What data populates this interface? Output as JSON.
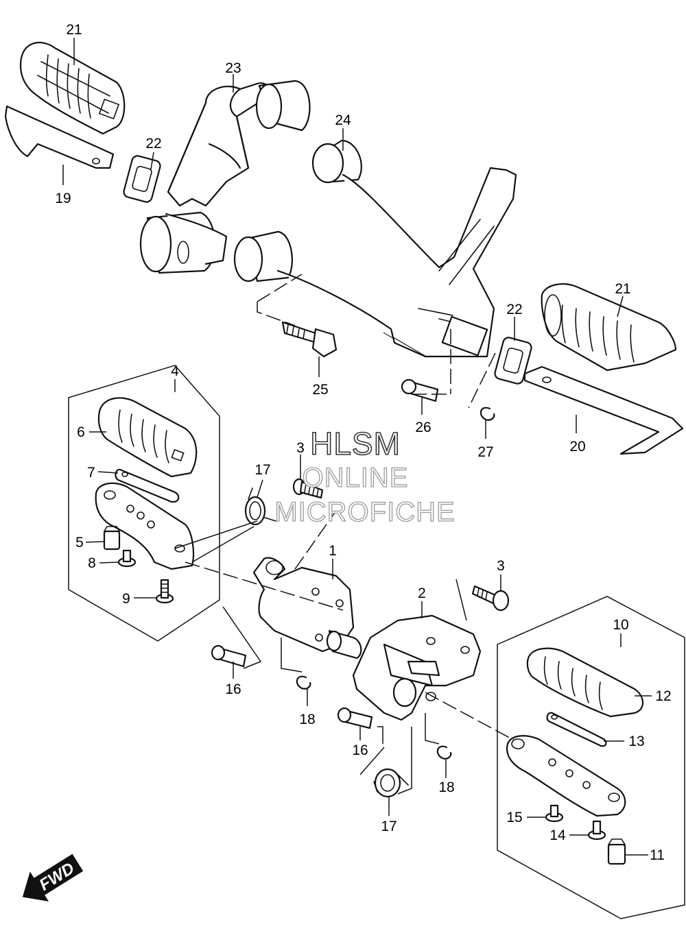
{
  "callouts": [
    "21",
    "23",
    "22",
    "24",
    "19",
    "25",
    "22",
    "21",
    "26",
    "20",
    "27",
    "4",
    "6",
    "3",
    "17",
    "7",
    "5",
    "8",
    "1",
    "3",
    "2",
    "9",
    "10",
    "16",
    "18",
    "12",
    "16",
    "13",
    "18",
    "17",
    "15",
    "14",
    "11"
  ],
  "watermark": {
    "line1": "HLSM",
    "line2": "ONLINE",
    "line3": "MICROFICHE"
  },
  "fwd_label": "FWD"
}
